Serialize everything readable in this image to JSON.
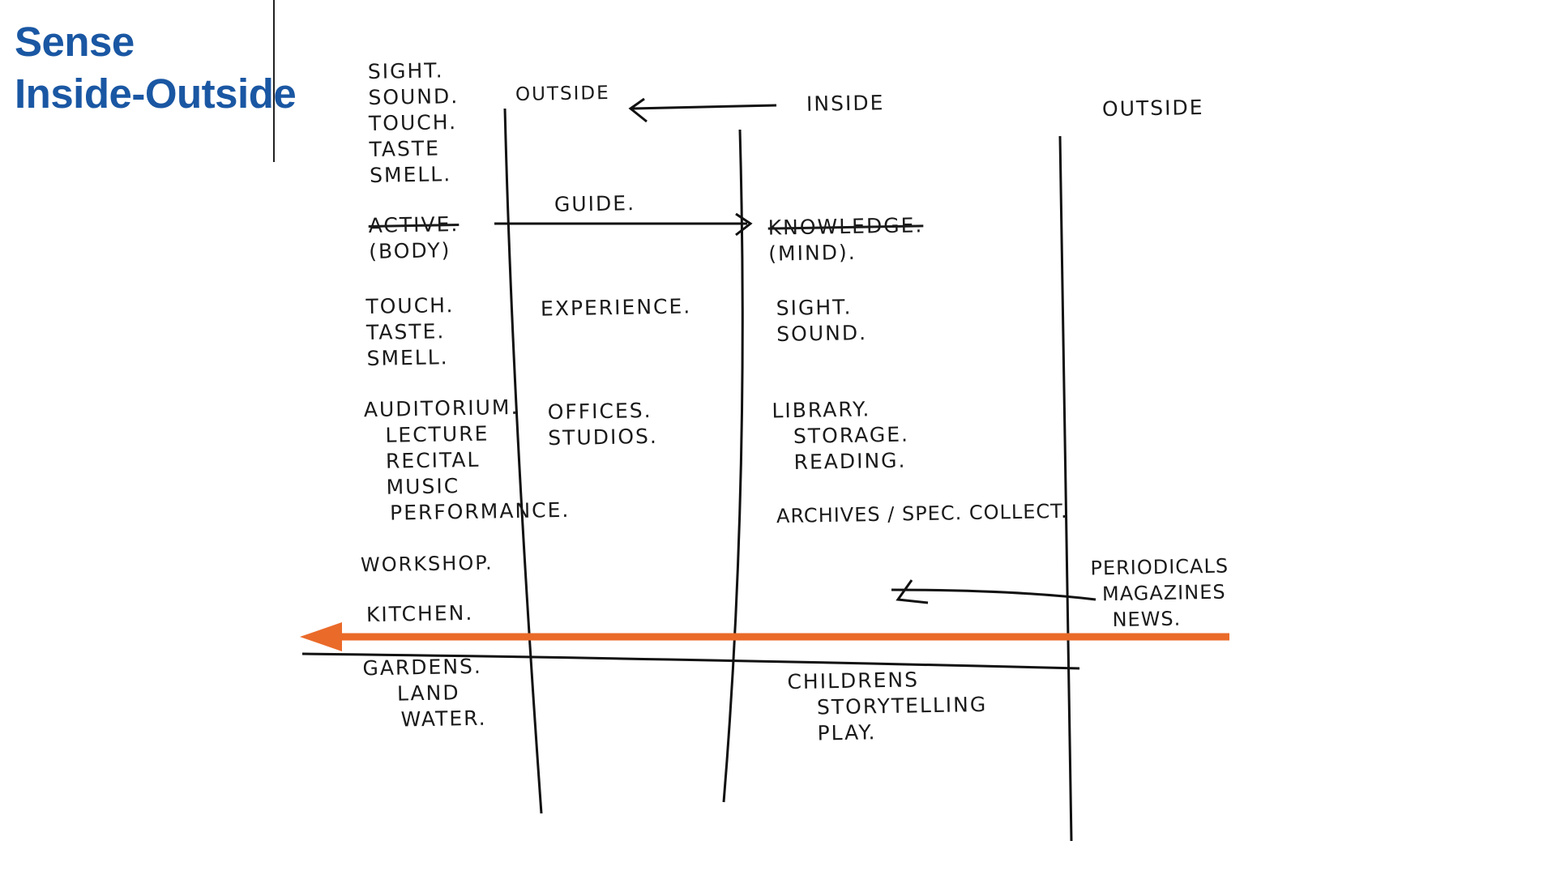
{
  "title": {
    "line1": "Sense",
    "line2": "Inside-Outside"
  },
  "headers": {
    "outside_left": "Outside",
    "inside": "Inside",
    "outside_right": "Outside"
  },
  "senses": [
    "Sight.",
    "Sound.",
    "Touch.",
    "Taste",
    "Smell."
  ],
  "active": {
    "label": "Active.",
    "sub": "(Body)"
  },
  "guide": "Guide.",
  "knowledge": {
    "label": "Knowledge.",
    "sub": "(Mind)."
  },
  "body_senses": [
    "Touch.",
    "Taste.",
    "Smell."
  ],
  "experience": "Experience.",
  "mind_senses": [
    "Sight.",
    "Sound."
  ],
  "auditorium": [
    "Auditorium.",
    "Lecture",
    "Recital",
    "Music",
    "Performance."
  ],
  "offices": [
    "Offices.",
    "Studios."
  ],
  "library": [
    "Library.",
    "Storage.",
    "Reading."
  ],
  "archives": "Archives / Spec. Collect.",
  "workshop": "Workshop.",
  "kitchen": "Kitchen.",
  "periodicals": [
    "Periodicals",
    "Magazines",
    "News."
  ],
  "gardens": [
    "Gardens.",
    "Land",
    "Water."
  ],
  "childrens": [
    "Childrens",
    "Storytelling",
    "Play."
  ],
  "colors": {
    "title": "#1a57a3",
    "arrow": "#ea6a2a",
    "ink": "#1a1a1a"
  }
}
